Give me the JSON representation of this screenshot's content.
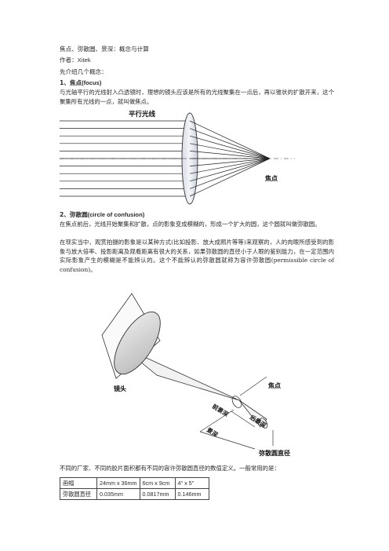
{
  "title_line": "焦点、弥散圆、景深：概念与计算",
  "author": {
    "prefix": "作者：",
    "name": "Xitek"
  },
  "intro": "先介绍几个概念：",
  "section1": {
    "heading": "1、焦点",
    "heading_en": "(focus)",
    "body": "与光轴平行的光线射入凸透镜时，理想的镜头应该是所有的光线聚集在一点后，再以锥状的扩散开来，这个聚集所有光线的一点，就叫做焦点。",
    "fig_label_parallel": "平行光线",
    "fig_label_focus": "焦点"
  },
  "section2": {
    "heading": "2、弥散圆",
    "heading_en": "(circle of confusion)",
    "body1": "在焦点前后，光线开始聚集和扩散，点的影象变成模糊的，形成一个扩大的圆，这个圆就叫做弥散圆。",
    "body2": "在现实当中，观赏拍摄的影象是以某种方式(比如投影、放大成照片等等)来观察的，人的肉眼所感受到的影象与放大倍率、投影距离及观看距离有很大的关系，如果弥散圆的直径小于人眼的鉴别能力，在一定范围内实际影象产生的模糊是不能辨认的。这个不能辨认的弥散圆就称为容许弥散圆(permissible circle of confusion)。",
    "fig_label_lens": "镜头",
    "fig_label_focus": "焦点",
    "fig_label_front_dof": "前景深",
    "fig_label_rear_dof": "后景深",
    "fig_label_dof": "景深",
    "fig_label_coc_diameter": "弥散圆直径"
  },
  "section3": {
    "body": "不同的厂家、不同的胶片面积都有不同的容许弥散圆直径的数值定义。一般常用的是："
  },
  "table": {
    "rows": [
      [
        "画幅",
        "24mm x 36mm",
        "6cm x 9cm",
        "4\" x 5\""
      ],
      [
        "弥散圆直径",
        "0.035mm",
        "0.0817mm",
        "0.146mm"
      ]
    ]
  }
}
